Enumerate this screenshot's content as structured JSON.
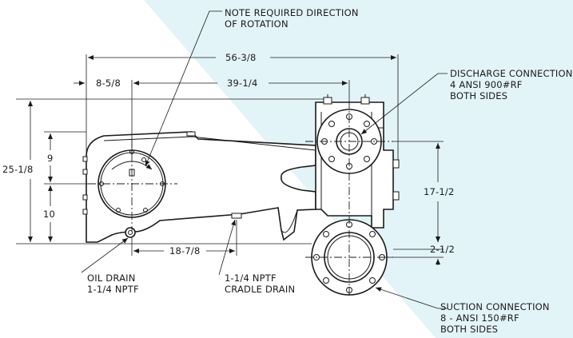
{
  "colors": {
    "background": "#ffffff",
    "shade": "#e3f4f8",
    "ink": "#1a1a1a"
  },
  "labels": {
    "note_rotation": [
      "NOTE REQUIRED DIRECTION",
      "OF ROTATION"
    ],
    "discharge": [
      "DISCHARGE CONNECTION",
      "4 ANSI 900#RF",
      "BOTH SIDES"
    ],
    "suction": [
      "SUCTION CONNECTION",
      "8 - ANSI 150#RF",
      "BOTH SIDES"
    ],
    "oil_drain": [
      "OIL DRAIN",
      "1-1/4 NPTF"
    ],
    "cradle_drain": [
      "1-1/4 NPTF",
      "CRADLE DRAIN"
    ]
  },
  "dimensions": {
    "overall_length": "56-3/8",
    "length_to_discharge": "39-1/4",
    "length_to_shaft": "8-5/8",
    "overall_height": "25-1/8",
    "upper_height": "9",
    "lower_height": "10",
    "discharge_height": "17-1/2",
    "suction_offset": "2-1/2",
    "drain_spacing": "18-7/8"
  }
}
